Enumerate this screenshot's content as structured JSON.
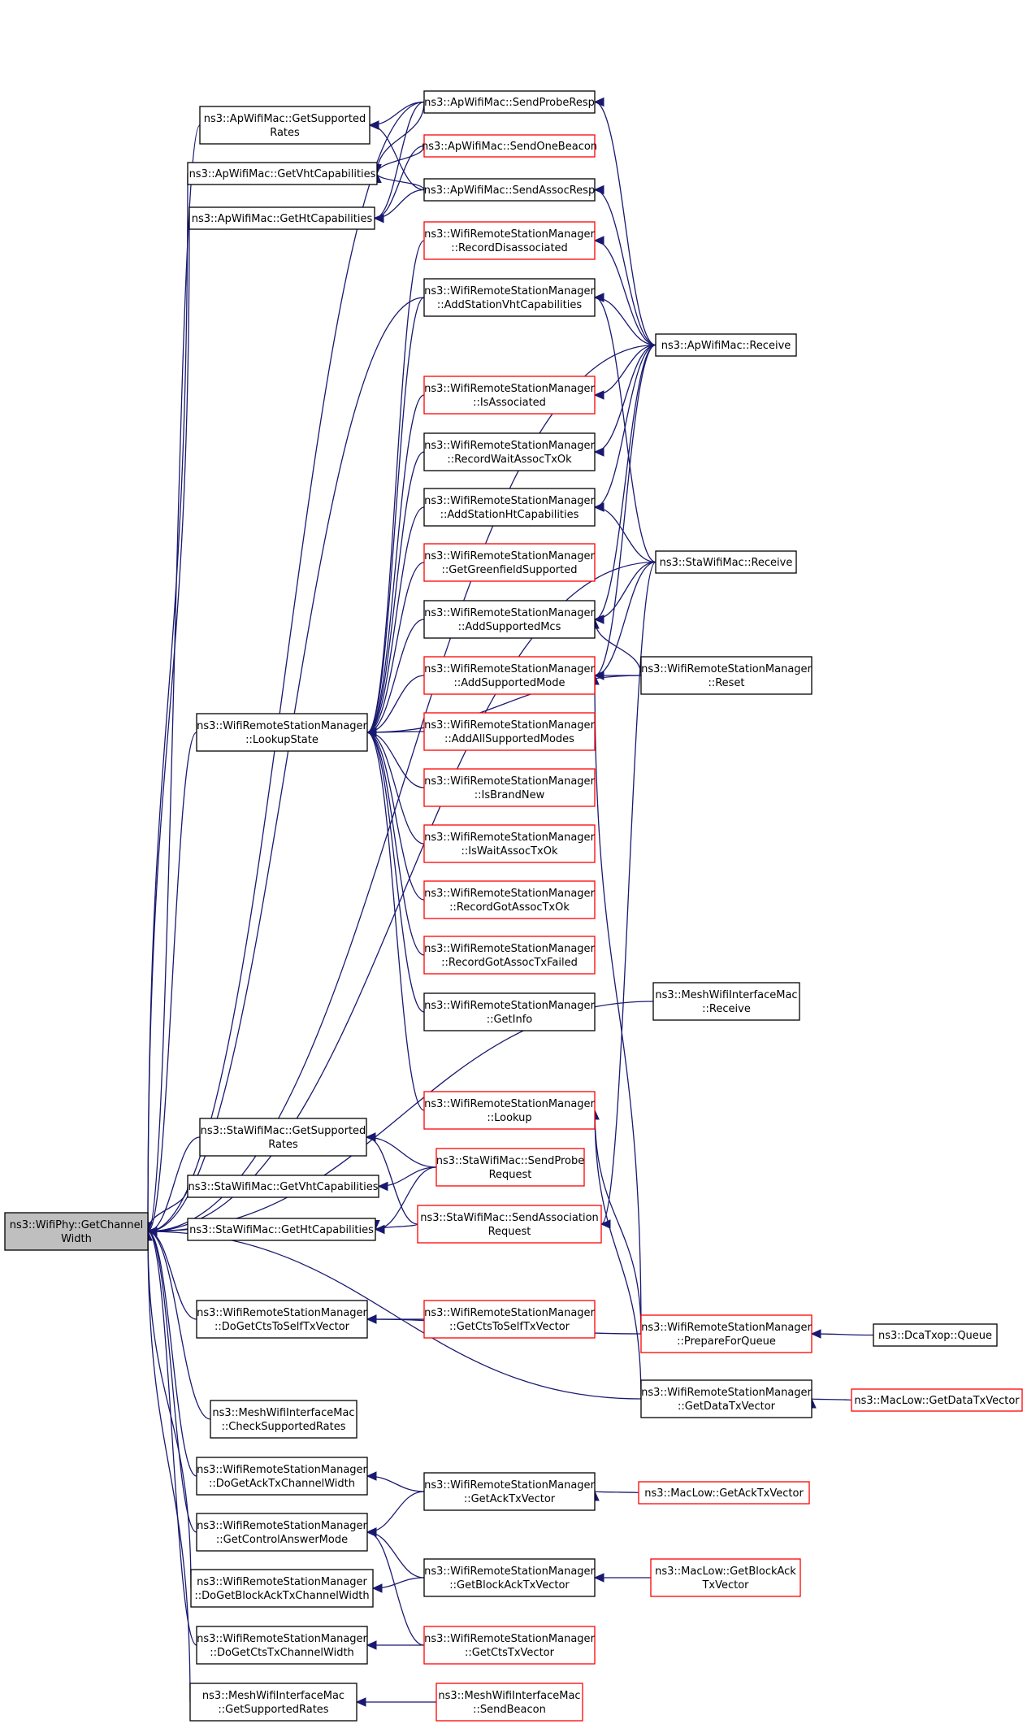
{
  "colors": {
    "edge": "#191970",
    "normal_border": "#000000",
    "truncated_border": "#ff0000",
    "root_fill": "#bfbfbf",
    "node_fill": "#ffffff"
  },
  "nodes": {
    "root": {
      "lines": [
        "ns3::WifiPhy::GetChannel",
        "Width"
      ],
      "kind": "root"
    },
    "apGetSupportedRates": {
      "lines": [
        "ns3::ApWifiMac::GetSupported",
        "Rates"
      ],
      "kind": "normal"
    },
    "apGetVht": {
      "lines": [
        "ns3::ApWifiMac::GetVhtCapabilities"
      ],
      "kind": "normal"
    },
    "apGetHt": {
      "lines": [
        "ns3::ApWifiMac::GetHtCapabilities"
      ],
      "kind": "normal"
    },
    "apSendProbeResp": {
      "lines": [
        "ns3::ApWifiMac::SendProbeResp"
      ],
      "kind": "normal"
    },
    "apSendOneBeacon": {
      "lines": [
        "ns3::ApWifiMac::SendOneBeacon"
      ],
      "kind": "truncated"
    },
    "apSendAssocResp": {
      "lines": [
        "ns3::ApWifiMac::SendAssocResp"
      ],
      "kind": "normal"
    },
    "rsmRecordDisassociated": {
      "lines": [
        "ns3::WifiRemoteStationManager",
        "::RecordDisassociated"
      ],
      "kind": "truncated"
    },
    "rsmAddStationVht": {
      "lines": [
        "ns3::WifiRemoteStationManager",
        "::AddStationVhtCapabilities"
      ],
      "kind": "normal"
    },
    "apReceive": {
      "lines": [
        "ns3::ApWifiMac::Receive"
      ],
      "kind": "normal"
    },
    "rsmIsAssociated": {
      "lines": [
        "ns3::WifiRemoteStationManager",
        "::IsAssociated"
      ],
      "kind": "truncated"
    },
    "rsmRecordWaitAssocTxOk": {
      "lines": [
        "ns3::WifiRemoteStationManager",
        "::RecordWaitAssocTxOk"
      ],
      "kind": "normal"
    },
    "rsmAddStationHt": {
      "lines": [
        "ns3::WifiRemoteStationManager",
        "::AddStationHtCapabilities"
      ],
      "kind": "normal"
    },
    "staReceive": {
      "lines": [
        "ns3::StaWifiMac::Receive"
      ],
      "kind": "normal"
    },
    "rsmGetGreenfield": {
      "lines": [
        "ns3::WifiRemoteStationManager",
        "::GetGreenfieldSupported"
      ],
      "kind": "truncated"
    },
    "rsmAddSupportedMcs": {
      "lines": [
        "ns3::WifiRemoteStationManager",
        "::AddSupportedMcs"
      ],
      "kind": "normal"
    },
    "rsmAddSupportedMode": {
      "lines": [
        "ns3::WifiRemoteStationManager",
        "::AddSupportedMode"
      ],
      "kind": "truncated"
    },
    "rsmReset": {
      "lines": [
        "ns3::WifiRemoteStationManager",
        "::Reset"
      ],
      "kind": "normal"
    },
    "rsmLookupState": {
      "lines": [
        "ns3::WifiRemoteStationManager",
        "::LookupState"
      ],
      "kind": "normal"
    },
    "rsmAddAllSupportedModes": {
      "lines": [
        "ns3::WifiRemoteStationManager",
        "::AddAllSupportedModes"
      ],
      "kind": "truncated"
    },
    "rsmIsBrandNew": {
      "lines": [
        "ns3::WifiRemoteStationManager",
        "::IsBrandNew"
      ],
      "kind": "truncated"
    },
    "rsmIsWaitAssocTxOk": {
      "lines": [
        "ns3::WifiRemoteStationManager",
        "::IsWaitAssocTxOk"
      ],
      "kind": "truncated"
    },
    "rsmRecordGotAssocTxOk": {
      "lines": [
        "ns3::WifiRemoteStationManager",
        "::RecordGotAssocTxOk"
      ],
      "kind": "truncated"
    },
    "rsmRecordGotAssocTxFailed": {
      "lines": [
        "ns3::WifiRemoteStationManager",
        "::RecordGotAssocTxFailed"
      ],
      "kind": "truncated"
    },
    "rsmGetInfo": {
      "lines": [
        "ns3::WifiRemoteStationManager",
        "::GetInfo"
      ],
      "kind": "normal"
    },
    "meshReceive": {
      "lines": [
        "ns3::MeshWifiInterfaceMac",
        "::Receive"
      ],
      "kind": "normal"
    },
    "rsmLookup": {
      "lines": [
        "ns3::WifiRemoteStationManager",
        "::Lookup"
      ],
      "kind": "truncated"
    },
    "staGetSupportedRates": {
      "lines": [
        "ns3::StaWifiMac::GetSupported",
        "Rates"
      ],
      "kind": "normal"
    },
    "staGetVht": {
      "lines": [
        "ns3::StaWifiMac::GetVhtCapabilities"
      ],
      "kind": "normal"
    },
    "staGetHt": {
      "lines": [
        "ns3::StaWifiMac::GetHtCapabilities"
      ],
      "kind": "normal"
    },
    "staSendProbeRequest": {
      "lines": [
        "ns3::StaWifiMac::SendProbe",
        "Request"
      ],
      "kind": "truncated"
    },
    "staSendAssocRequest": {
      "lines": [
        "ns3::StaWifiMac::SendAssociation",
        "Request"
      ],
      "kind": "truncated"
    },
    "rsmDoGetCtsToSelf": {
      "lines": [
        "ns3::WifiRemoteStationManager",
        "::DoGetCtsToSelfTxVector"
      ],
      "kind": "normal"
    },
    "rsmGetCtsToSelf": {
      "lines": [
        "ns3::WifiRemoteStationManager",
        "::GetCtsToSelfTxVector"
      ],
      "kind": "truncated"
    },
    "rsmPrepareForQueue": {
      "lines": [
        "ns3::WifiRemoteStationManager",
        "::PrepareForQueue"
      ],
      "kind": "truncated"
    },
    "dcaQueue": {
      "lines": [
        "ns3::DcaTxop::Queue"
      ],
      "kind": "normal"
    },
    "rsmGetDataTxVector": {
      "lines": [
        "ns3::WifiRemoteStationManager",
        "::GetDataTxVector"
      ],
      "kind": "normal"
    },
    "macLowGetDataTxVector": {
      "lines": [
        "ns3::MacLow::GetDataTxVector"
      ],
      "kind": "truncated"
    },
    "meshCheckSupportedRates": {
      "lines": [
        "ns3::MeshWifiInterfaceMac",
        "::CheckSupportedRates"
      ],
      "kind": "normal"
    },
    "rsmDoGetAckTxChannelWidth": {
      "lines": [
        "ns3::WifiRemoteStationManager",
        "::DoGetAckTxChannelWidth"
      ],
      "kind": "normal"
    },
    "rsmGetAckTxVector": {
      "lines": [
        "ns3::WifiRemoteStationManager",
        "::GetAckTxVector"
      ],
      "kind": "normal"
    },
    "macLowGetAckTxVector": {
      "lines": [
        "ns3::MacLow::GetAckTxVector"
      ],
      "kind": "truncated"
    },
    "rsmGetControlAnswerMode": {
      "lines": [
        "ns3::WifiRemoteStationManager",
        "::GetControlAnswerMode"
      ],
      "kind": "normal"
    },
    "rsmDoGetBlockAckTxChannelWidth": {
      "lines": [
        "ns3::WifiRemoteStationManager",
        "::DoGetBlockAckTxChannelWidth"
      ],
      "kind": "normal"
    },
    "rsmGetBlockAckTxVector": {
      "lines": [
        "ns3::WifiRemoteStationManager",
        "::GetBlockAckTxVector"
      ],
      "kind": "normal"
    },
    "macLowGetBlockAckTxVector": {
      "lines": [
        "ns3::MacLow::GetBlockAck",
        "TxVector"
      ],
      "kind": "truncated"
    },
    "rsmDoGetCtsTxChannelWidth": {
      "lines": [
        "ns3::WifiRemoteStationManager",
        "::DoGetCtsTxChannelWidth"
      ],
      "kind": "normal"
    },
    "rsmGetCtsTxVector": {
      "lines": [
        "ns3::WifiRemoteStationManager",
        "::GetCtsTxVector"
      ],
      "kind": "truncated"
    },
    "meshGetSupportedRates": {
      "lines": [
        "ns3::MeshWifiInterfaceMac",
        "::GetSupportedRates"
      ],
      "kind": "normal"
    },
    "meshSendBeacon": {
      "lines": [
        "ns3::MeshWifiInterfaceMac",
        "::SendBeacon"
      ],
      "kind": "truncated"
    }
  },
  "edges": [
    [
      "root",
      "apGetSupportedRates"
    ],
    [
      "root",
      "apGetVht"
    ],
    [
      "root",
      "apGetHt"
    ],
    [
      "root",
      "apSendProbeResp"
    ],
    [
      "root",
      "rsmAddStationVht"
    ],
    [
      "root",
      "apReceive"
    ],
    [
      "root",
      "rsmLookupState"
    ],
    [
      "root",
      "staGetSupportedRates"
    ],
    [
      "root",
      "staGetVht"
    ],
    [
      "root",
      "staGetHt"
    ],
    [
      "root",
      "staReceive"
    ],
    [
      "root",
      "rsmDoGetCtsToSelf"
    ],
    [
      "root",
      "rsmGetDataTxVector"
    ],
    [
      "root",
      "meshCheckSupportedRates"
    ],
    [
      "root",
      "rsmDoGetAckTxChannelWidth"
    ],
    [
      "root",
      "rsmGetControlAnswerMode"
    ],
    [
      "root",
      "rsmDoGetBlockAckTxChannelWidth"
    ],
    [
      "root",
      "rsmDoGetCtsTxChannelWidth"
    ],
    [
      "root",
      "meshGetSupportedRates"
    ],
    [
      "apGetSupportedRates",
      "apSendProbeResp"
    ],
    [
      "apGetSupportedRates",
      "apSendAssocResp"
    ],
    [
      "apGetVht",
      "apSendProbeResp"
    ],
    [
      "apGetVht",
      "apSendOneBeacon"
    ],
    [
      "apGetVht",
      "apSendAssocResp"
    ],
    [
      "apGetHt",
      "apSendProbeResp"
    ],
    [
      "apGetHt",
      "apSendOneBeacon"
    ],
    [
      "apGetHt",
      "apSendAssocResp"
    ],
    [
      "apSendProbeResp",
      "apReceive"
    ],
    [
      "apSendAssocResp",
      "apReceive"
    ],
    [
      "rsmRecordDisassociated",
      "apReceive"
    ],
    [
      "rsmAddStationVht",
      "apReceive"
    ],
    [
      "rsmAddStationVht",
      "staReceive"
    ],
    [
      "rsmIsAssociated",
      "apReceive"
    ],
    [
      "rsmRecordWaitAssocTxOk",
      "apReceive"
    ],
    [
      "rsmAddStationHt",
      "apReceive"
    ],
    [
      "rsmAddStationHt",
      "staReceive"
    ],
    [
      "rsmAddSupportedMcs",
      "apReceive"
    ],
    [
      "rsmAddSupportedMcs",
      "staReceive"
    ],
    [
      "rsmAddSupportedMcs",
      "rsmReset"
    ],
    [
      "rsmAddSupportedMode",
      "apReceive"
    ],
    [
      "rsmAddSupportedMode",
      "staReceive"
    ],
    [
      "rsmAddSupportedMode",
      "rsmReset"
    ],
    [
      "rsmAddSupportedMode",
      "rsmPrepareForQueue"
    ],
    [
      "rsmLookupState",
      "rsmRecordDisassociated"
    ],
    [
      "rsmLookupState",
      "rsmAddStationVht"
    ],
    [
      "rsmLookupState",
      "rsmIsAssociated"
    ],
    [
      "rsmLookupState",
      "rsmRecordWaitAssocTxOk"
    ],
    [
      "rsmLookupState",
      "rsmAddStationHt"
    ],
    [
      "rsmLookupState",
      "rsmGetGreenfield"
    ],
    [
      "rsmLookupState",
      "rsmAddSupportedMcs"
    ],
    [
      "rsmLookupState",
      "rsmAddSupportedMode"
    ],
    [
      "rsmLookupState",
      "rsmAddAllSupportedModes"
    ],
    [
      "rsmLookupState",
      "rsmIsBrandNew"
    ],
    [
      "rsmLookupState",
      "rsmIsWaitAssocTxOk"
    ],
    [
      "rsmLookupState",
      "rsmRecordGotAssocTxOk"
    ],
    [
      "rsmLookupState",
      "rsmRecordGotAssocTxFailed"
    ],
    [
      "rsmLookupState",
      "rsmGetInfo"
    ],
    [
      "rsmLookupState",
      "rsmLookup"
    ],
    [
      "rsmLookupState",
      "rsmReset"
    ],
    [
      "rsmLookup",
      "rsmPrepareForQueue"
    ],
    [
      "rsmLookup",
      "rsmGetDataTxVector"
    ],
    [
      "staGetSupportedRates",
      "staSendProbeRequest"
    ],
    [
      "staGetSupportedRates",
      "staSendAssocRequest"
    ],
    [
      "staGetVht",
      "staSendProbeRequest"
    ],
    [
      "staGetHt",
      "staSendProbeRequest"
    ],
    [
      "staGetHt",
      "staSendAssocRequest"
    ],
    [
      "staSendAssocRequest",
      "staReceive"
    ],
    [
      "root",
      "meshReceive"
    ],
    [
      "rsmDoGetCtsToSelf",
      "rsmGetCtsToSelf"
    ],
    [
      "rsmDoGetCtsToSelf",
      "rsmPrepareForQueue"
    ],
    [
      "rsmPrepareForQueue",
      "dcaQueue"
    ],
    [
      "rsmGetDataTxVector",
      "macLowGetDataTxVector"
    ],
    [
      "rsmDoGetAckTxChannelWidth",
      "rsmGetAckTxVector"
    ],
    [
      "rsmGetAckTxVector",
      "macLowGetAckTxVector"
    ],
    [
      "rsmGetControlAnswerMode",
      "rsmGetAckTxVector"
    ],
    [
      "rsmGetControlAnswerMode",
      "rsmGetBlockAckTxVector"
    ],
    [
      "rsmGetControlAnswerMode",
      "rsmGetCtsTxVector"
    ],
    [
      "rsmDoGetBlockAckTxChannelWidth",
      "rsmGetBlockAckTxVector"
    ],
    [
      "rsmGetBlockAckTxVector",
      "macLowGetBlockAckTxVector"
    ],
    [
      "rsmDoGetCtsTxChannelWidth",
      "rsmGetCtsTxVector"
    ],
    [
      "meshGetSupportedRates",
      "meshSendBeacon"
    ]
  ]
}
